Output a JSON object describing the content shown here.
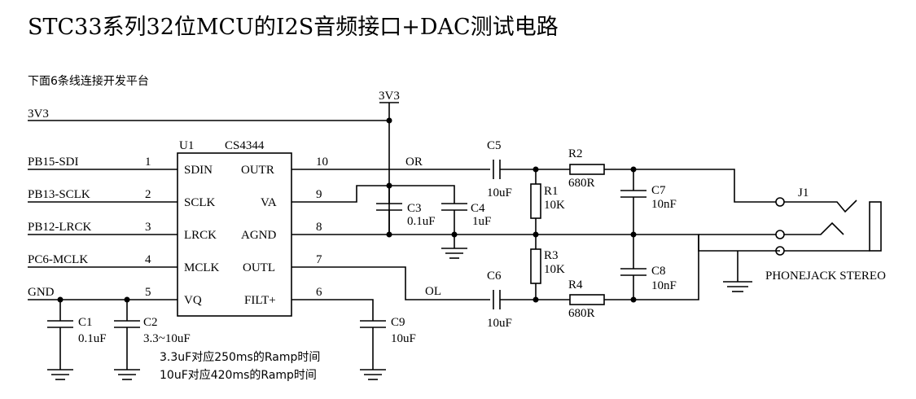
{
  "title": "STC33系列32位MCU的I2S音频接口+DAC测试电路",
  "note_top": "下面6条线连接开发平台",
  "power_label": "3V3",
  "rail_label": "3V3",
  "ic": {
    "ref": "U1",
    "part": "CS4344"
  },
  "left_pins": [
    {
      "net": "PB15-SDI",
      "num": "1",
      "name": "SDIN"
    },
    {
      "net": "PB13-SCLK",
      "num": "2",
      "name": "SCLK"
    },
    {
      "net": "PB12-LRCK",
      "num": "3",
      "name": "LRCK"
    },
    {
      "net": "PC6-MCLK",
      "num": "4",
      "name": "MCLK"
    },
    {
      "net": "GND",
      "num": "5",
      "name": "VQ"
    }
  ],
  "right_pins": [
    {
      "num": "10",
      "name": "OUTR"
    },
    {
      "num": "9",
      "name": "VA"
    },
    {
      "num": "8",
      "name": "AGND"
    },
    {
      "num": "7",
      "name": "OUTL"
    },
    {
      "num": "6",
      "name": "FILT+"
    }
  ],
  "nets": {
    "or": "OR",
    "ol": "OL"
  },
  "caps": {
    "c1": {
      "ref": "C1",
      "value": "0.1uF"
    },
    "c2": {
      "ref": "C2",
      "value": "3.3~10uF"
    },
    "c3": {
      "ref": "C3",
      "value": "0.1uF"
    },
    "c4": {
      "ref": "C4",
      "value": "1uF"
    },
    "c5": {
      "ref": "C5",
      "value": "10uF"
    },
    "c6": {
      "ref": "C6",
      "value": "10uF"
    },
    "c7": {
      "ref": "C7",
      "value": "10nF"
    },
    "c8": {
      "ref": "C8",
      "value": "10nF"
    },
    "c9": {
      "ref": "C9",
      "value": "10uF"
    }
  },
  "res": {
    "r1": {
      "ref": "R1",
      "value": "10K"
    },
    "r2": {
      "ref": "R2",
      "value": "680R"
    },
    "r3": {
      "ref": "R3",
      "value": "10K"
    },
    "r4": {
      "ref": "R4",
      "value": "680R"
    }
  },
  "jack": {
    "ref": "J1",
    "name": "PHONEJACK STEREO"
  },
  "notes": [
    "3.3uF对应250ms的Ramp时间",
    "10uF对应420ms的Ramp时间"
  ]
}
